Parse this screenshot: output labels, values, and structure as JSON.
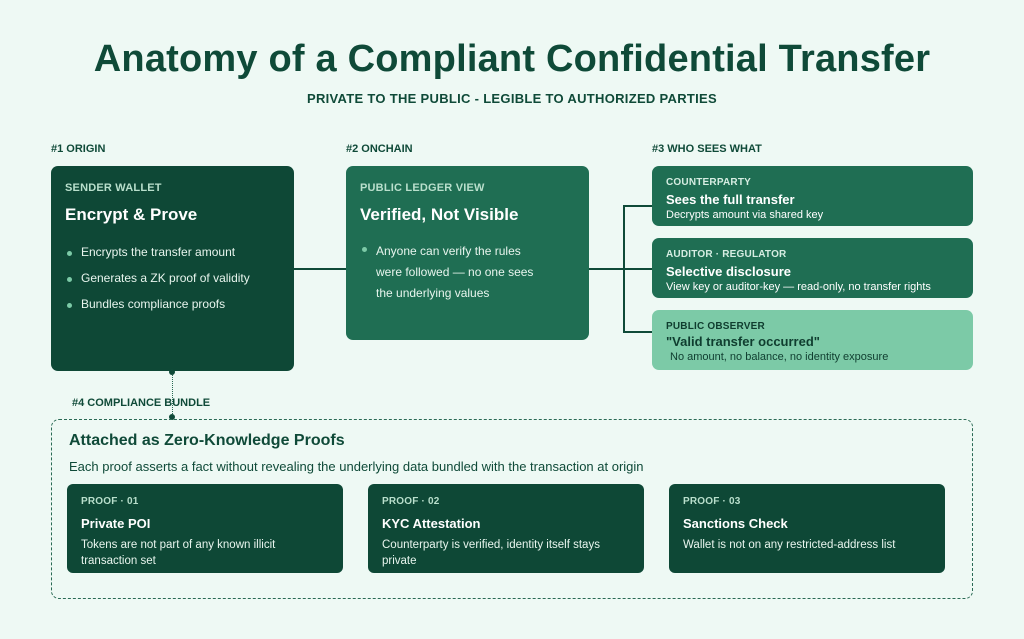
{
  "title": "Anatomy of a Compliant Confidential Transfer",
  "subtitle": "PRIVATE TO THE PUBLIC - LEGIBLE TO AUTHORIZED PARTIES",
  "origin": {
    "section_label": "#1 ORIGIN",
    "kicker": "SENDER WALLET",
    "title": "Encrypt & Prove",
    "bullets": [
      "Encrypts the transfer amount",
      "Generates a ZK proof of validity",
      "Bundles compliance proofs"
    ]
  },
  "onchain": {
    "section_label": "#2 ONCHAIN",
    "kicker": "PUBLIC LEDGER VIEW",
    "title": "Verified, Not Visible",
    "body": "Anyone can verify the rules were followed — no one sees the underlying values"
  },
  "who_sees": {
    "section_label": "#3 WHO SEES WHAT",
    "items": [
      {
        "kicker": "COUNTERPARTY",
        "title": "Sees the full transfer",
        "desc": "Decrypts amount via shared key"
      },
      {
        "kicker": "AUDITOR · REGULATOR",
        "title": "Selective disclosure",
        "desc": "View key or auditor-key — read-only, no transfer rights"
      },
      {
        "kicker": "PUBLIC OBSERVER",
        "title": "\"Valid transfer occurred\"",
        "desc": "No amount, no balance, no identity exposure"
      }
    ]
  },
  "bundle": {
    "section_label": "#4 COMPLIANCE BUNDLE",
    "title": "Attached as Zero-Knowledge Proofs",
    "desc": "Each proof asserts a fact without revealing the underlying data bundled with the transaction at origin",
    "proofs": [
      {
        "kicker": "PROOF · 01",
        "title": "Private POI",
        "desc": "Tokens are not part of any known illicit transaction set"
      },
      {
        "kicker": "PROOF · 02",
        "title": "KYC Attestation",
        "desc": "Counterparty is verified, identity itself stays private"
      },
      {
        "kicker": "PROOF · 03",
        "title": "Sanctions Check",
        "desc": "Wallet is not on any restricted-address list"
      }
    ]
  }
}
